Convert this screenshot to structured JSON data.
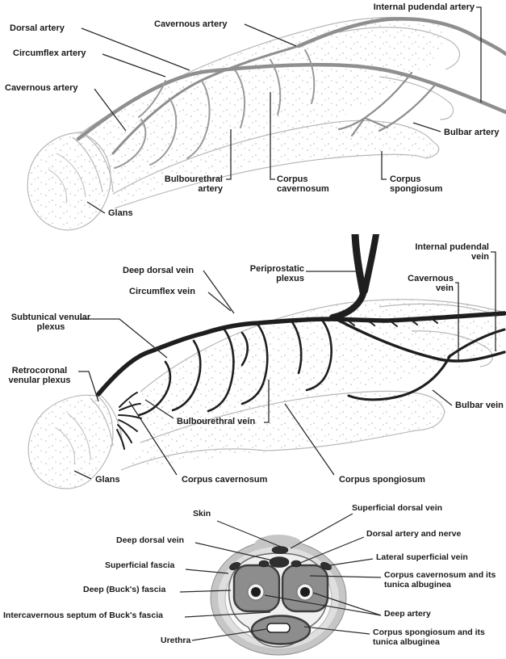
{
  "palette": {
    "artery_gray": "#8f8f8f",
    "vein_black": "#1e1e1e",
    "outline_gray": "#b8b8b8",
    "leader_line": "#2a2a2a",
    "label_text": "#1a1a1a",
    "section_outer": "#c6c6c6",
    "section_fascia": "#dfdfdf",
    "section_body": "#8d8d8d",
    "section_vessel": "#2f2f2f"
  },
  "arterial": {
    "labels": {
      "internal_pudendal": "Internal pudendal artery",
      "dorsal": "Dorsal artery",
      "cavernous_top": "Cavernous artery",
      "circumflex": "Circumflex artery",
      "cavernous_left": "Cavernous artery",
      "bulbar": "Bulbar artery",
      "bulbourethral": "Bulbourethral artery",
      "corpus_cavernosum": "Corpus cavernosum",
      "corpus_spongiosum": "Corpus spongiosum",
      "glans": "Glans"
    }
  },
  "venous": {
    "labels": {
      "deep_dorsal": "Deep dorsal vein",
      "periprostatic": "Periprostatic plexus",
      "internal_pudendal": "Internal pudendal vein",
      "circumflex": "Circumflex vein",
      "cavernous": "Cavernous vein",
      "subtunical": "Subtunical venular plexus",
      "retrocoronal": "Retrocoronal venular plexus",
      "bulbar": "Bulbar vein",
      "bulbourethral": "Bulbourethral vein",
      "glans": "Glans",
      "corpus_cavernosum": "Corpus cavernosum",
      "corpus_spongiosum": "Corpus spongiosum"
    }
  },
  "cross_section": {
    "labels": {
      "skin": "Skin",
      "superficial_dorsal_vein": "Superficial dorsal vein",
      "deep_dorsal_vein": "Deep dorsal vein",
      "dorsal_artery_nerve": "Dorsal artery and nerve",
      "superficial_fascia": "Superficial fascia",
      "lateral_superficial_vein": "Lateral superficial vein",
      "deep_bucks_fascia": "Deep (Buck's) fascia",
      "corpus_cavernosum": "Corpus cavernosum and its tunica albuginea",
      "intercavernous_septum": "Intercavernous septum of Buck's fascia",
      "deep_artery": "Deep artery",
      "urethra": "Urethra",
      "corpus_spongiosum": "Corpus spongiosum and its tunica albuginea"
    }
  }
}
